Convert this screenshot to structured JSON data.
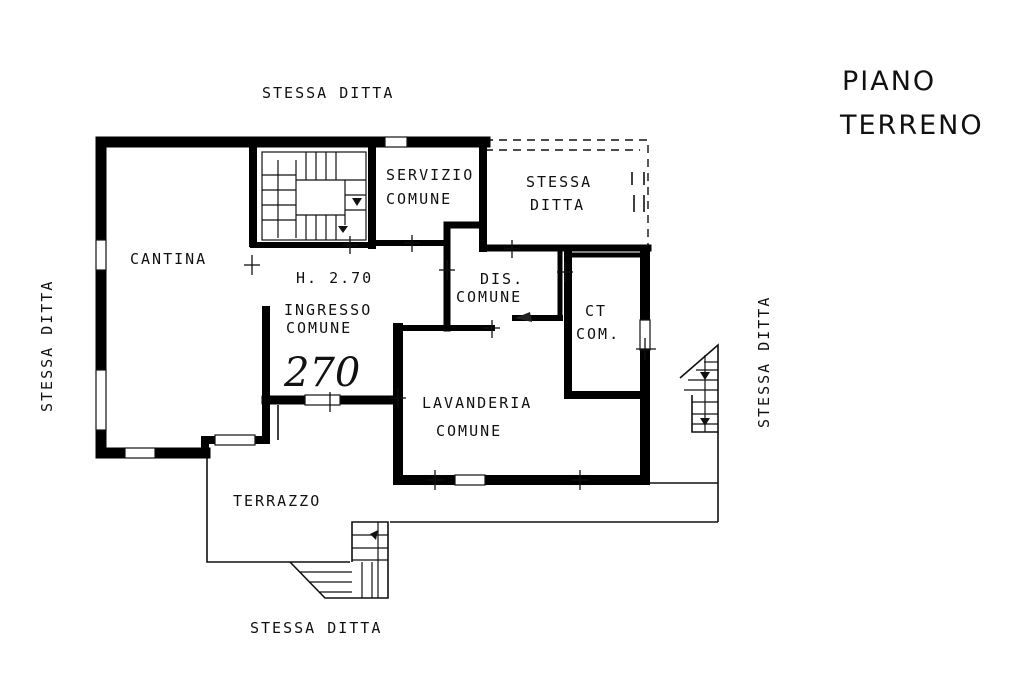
{
  "title": {
    "line1": "PIANO",
    "line2": "TERRENO"
  },
  "borders": {
    "top": "STESSA  DITTA",
    "bottom": "STESSA  DITTA",
    "left": "STESSA  DITTA",
    "right": "STESSA  DITTA"
  },
  "rooms": {
    "cantina": "CANTINA",
    "servizio_line1": "SERVIZIO",
    "servizio_line2": "COMUNE",
    "stessa_ditta_line1": "STESSA",
    "stessa_ditta_line2": "DITTA",
    "ingresso_height": "H. 2.70",
    "ingresso_line1": "INGRESSO",
    "ingresso_line2": "COMUNE",
    "ingresso_note": "270",
    "dis_line1": "DIS.",
    "dis_line2": "COMUNE",
    "ct_line1": "CT",
    "ct_line2": "COM.",
    "lavanderia_line1": "LAVANDERIA",
    "lavanderia_line2": "COMUNE",
    "terrazzo": "TERRAZZO"
  }
}
